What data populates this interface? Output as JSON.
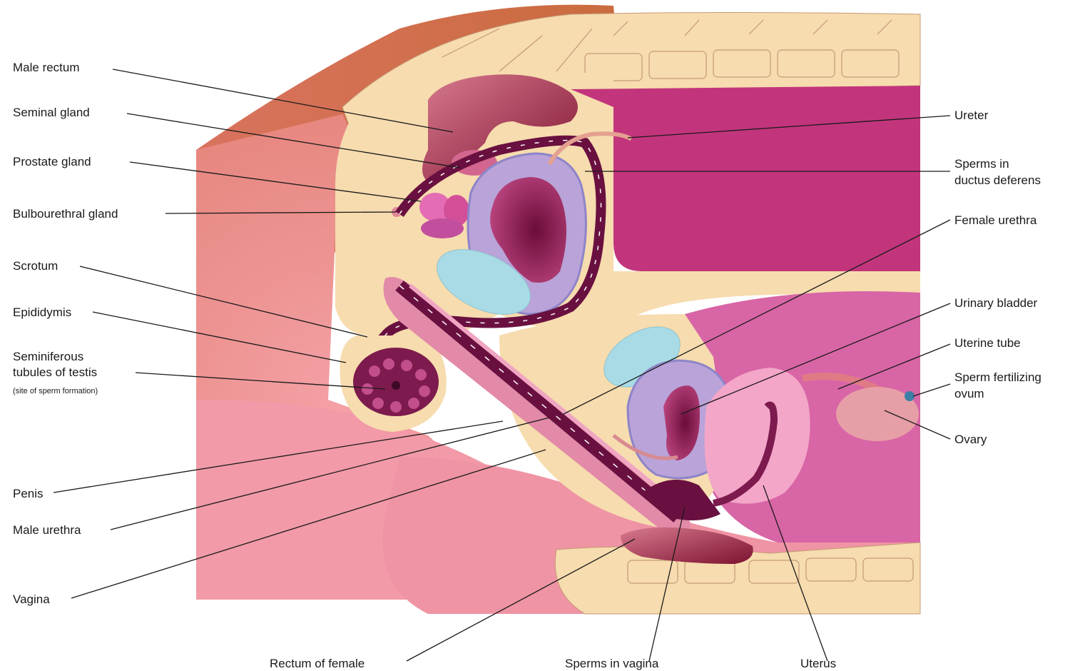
{
  "labels": {
    "male_rectum": "Male rectum",
    "seminal_gland": "Seminal gland",
    "prostate_gland": "Prostate gland",
    "bulbourethral_gland": "Bulbourethral gland",
    "scrotum": "Scrotum",
    "epididymis": "Epididymis",
    "seminiferous_line1": "Seminiferous",
    "seminiferous_line2": "tubules of testis",
    "seminiferous_note": "(site of sperm formation)",
    "penis": "Penis",
    "male_urethra": "Male urethra",
    "vagina": "Vagina",
    "rectum_of_female": "Rectum of female",
    "sperms_in_vagina": "Sperms in vagina",
    "uterus": "Uterus",
    "ureter": "Ureter",
    "sperms_ductus_line1": "Sperms in",
    "sperms_ductus_line2": "ductus deferens",
    "female_urethra": "Female urethra",
    "urinary_bladder": "Urinary bladder",
    "uterine_tube": "Uterine tube",
    "sperm_fertilizing_line1": "Sperm fertilizing",
    "sperm_fertilizing_line2": "ovum",
    "ovary": "Ovary"
  },
  "colors": {
    "skin": "#e98a86",
    "skin_dark": "#d96a5e",
    "tissue_cream": "#f6dcae",
    "muscle_magenta": "#c2357c",
    "muscle_pink": "#d865a6",
    "duct_dark": "#6a1040",
    "rectum_red": "#8e1a3a",
    "bladder_lilac": "#b9a3d8",
    "bone_blue": "#a8dbe6"
  }
}
